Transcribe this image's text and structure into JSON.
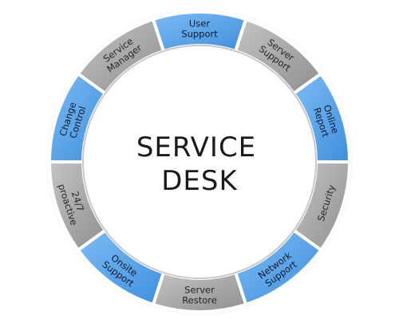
{
  "center": {
    "line1": "SERVICE",
    "line2": "DESK"
  },
  "colors": {
    "blue": "#5aa6ec",
    "gray": "#a9a9a9",
    "blue_text": "#101830",
    "gray_text": "#262626",
    "separator": "#ffffff"
  },
  "segments": [
    {
      "id": "user-support",
      "lines": [
        "User",
        "Support"
      ],
      "tone": "blue"
    },
    {
      "id": "server-support",
      "lines": [
        "Server",
        "Support"
      ],
      "tone": "gray"
    },
    {
      "id": "online-report",
      "lines": [
        "Online",
        "Report"
      ],
      "tone": "blue"
    },
    {
      "id": "security",
      "lines": [
        "Security"
      ],
      "tone": "gray"
    },
    {
      "id": "network-support",
      "lines": [
        "Network",
        "Support"
      ],
      "tone": "blue"
    },
    {
      "id": "server-restore",
      "lines": [
        "Server",
        "Restore"
      ],
      "tone": "gray"
    },
    {
      "id": "onsite-support",
      "lines": [
        "Onsite",
        "Support"
      ],
      "tone": "blue"
    },
    {
      "id": "proactive",
      "lines": [
        "24/7",
        "proactive"
      ],
      "tone": "gray"
    },
    {
      "id": "change-control",
      "lines": [
        "Change",
        "Control"
      ],
      "tone": "blue"
    },
    {
      "id": "service-manager",
      "lines": [
        "Service",
        "Manager"
      ],
      "tone": "gray"
    }
  ]
}
